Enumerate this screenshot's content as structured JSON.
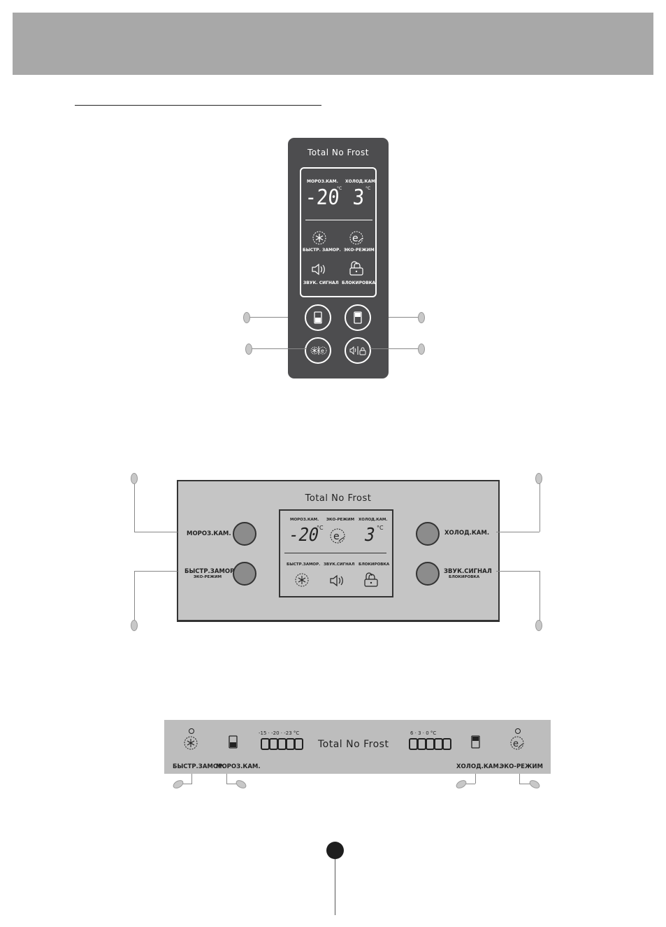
{
  "panel_top": {
    "brand": "Total No Frost",
    "freezer_label": "МОРОЗ.КАМ.",
    "fridge_label": "ХОЛОД.КАМ.",
    "freezer_temp": "-20",
    "fridge_temp": "3",
    "unit": "°C",
    "fast_freeze_label": "БЫСТР. ЗАМОР.",
    "eco_label": "ЭКО-РЕЖИМ",
    "sound_label": "ЗВУК. СИГНАЛ",
    "lock_label": "БЛОКИРОВКА"
  },
  "panel_middle": {
    "brand": "Total No Frost",
    "btn_freezer": "МОРОЗ.КАМ.",
    "btn_fastfreeze": "БЫСТР.ЗАМОР.",
    "btn_fastfreeze_sub": "ЭКО-РЕЖИМ",
    "btn_fridge": "ХОЛОД.КАМ.",
    "btn_sound": "ЗВУК.СИГНАЛ",
    "btn_sound_sub": "БЛОКИРОВКА",
    "disp_freezer": "МОРОЗ.КАМ.",
    "disp_eco": "ЭКО-РЕЖИМ",
    "disp_fridge": "ХОЛОД.КАМ.",
    "disp_fastfreeze": "БЫСТР.ЗАМОР.",
    "disp_sound": "ЗВУК.СИГНАЛ",
    "disp_lock": "БЛОКИРОВКА",
    "freezer_temp": "-20",
    "fridge_temp": "3",
    "unit": "°C"
  },
  "panel_bottom": {
    "brand": "Total No Frost",
    "freezer_scale": "-15  ·  -20  ·  -23  °C",
    "fridge_scale": "6   ·   3   ·   0  °C",
    "fast_freeze_label": "БЫСТР.ЗАМОР.",
    "freezer_label": "МОРОЗ.КАМ.",
    "fridge_label": "ХОЛОД.КАМ.",
    "eco_label": "ЭКО-РЕЖИМ"
  },
  "icons": [
    "snowflake-icon",
    "eco-icon",
    "speaker-icon",
    "lock-icon",
    "freezer-door-icon",
    "fridge-door-icon"
  ]
}
